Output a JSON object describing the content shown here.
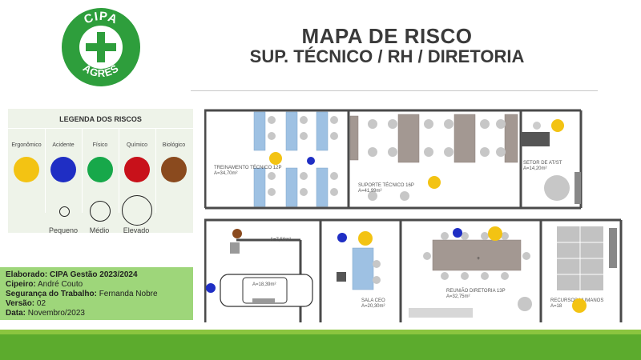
{
  "logo": {
    "top_text": "CIPA",
    "bottom_text": "AGRES",
    "color": "#2e9e3c",
    "icon": "cross-icon"
  },
  "header": {
    "title": "MAPA DE RISCO",
    "subtitle": "SUP. TÉCNICO / RH / DIRETORIA"
  },
  "legend": {
    "title": "LEGENDA DOS RISCOS",
    "categories": [
      {
        "label": "Ergonômico",
        "color": "#f3c313"
      },
      {
        "label": "Acidente",
        "color": "#1f2ec4"
      },
      {
        "label": "Físico",
        "color": "#17a84a"
      },
      {
        "label": "Químico",
        "color": "#c8111a"
      },
      {
        "label": "Biológico",
        "color": "#8a4a1e"
      }
    ],
    "sizes": [
      {
        "label": "Pequeno"
      },
      {
        "label": "Médio"
      },
      {
        "label": "Elevado"
      }
    ]
  },
  "info": {
    "elaborado_label": "Elaborado:",
    "elaborado_value": "CIPA Gestão 2023/2024",
    "cipeiro_label": "Cipeiro:",
    "cipeiro_value": "André Couto",
    "seguranca_label": "Segurança do Trabalho:",
    "seguranca_value": "Fernanda Nobre",
    "versao_label": "Versão:",
    "versao_value": "02",
    "data_label": "Data:",
    "data_value": "Novembro/2023"
  },
  "floorplan": {
    "rooms": [
      {
        "name": "TREINAMENTO TÉCNICO",
        "code": "12P",
        "area": "A=34,70m²"
      },
      {
        "name": "SUPORTE TÉCNICO",
        "code": "16P",
        "area": "A=41,99m²"
      },
      {
        "name": "SETOR DE AT/ST",
        "area": "A=14,20m²"
      },
      {
        "name": "",
        "area": "A=7,56m²"
      },
      {
        "name": "",
        "area": "A=18,39m²"
      },
      {
        "name": "SALA CEO",
        "area": "A=20,30m²"
      },
      {
        "name": "REUNIÃO DIRETORIA",
        "code": "13P",
        "area": "A=32,75m²"
      },
      {
        "name": "RECURSOS HUMANOS",
        "area": "A=18"
      }
    ]
  }
}
